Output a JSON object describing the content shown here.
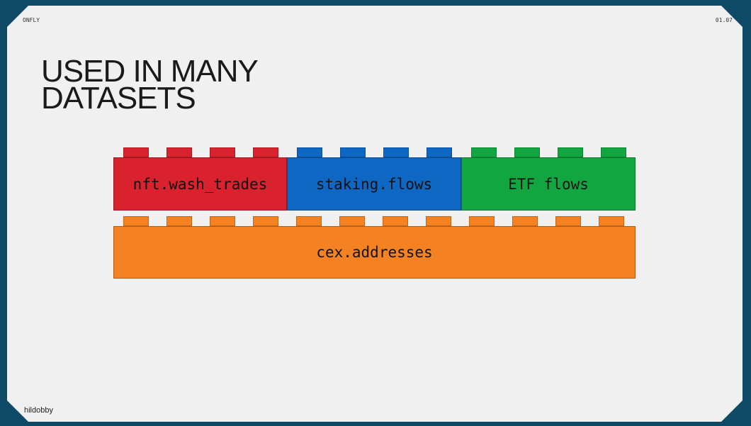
{
  "slide": {
    "top_left_label": "ONFLY",
    "top_right_label": "01.07",
    "bottom_left_label": "hildobby",
    "title_line1": "USED IN MANY",
    "title_line2": "DATASETS"
  },
  "bricks": {
    "top": [
      {
        "label": "nft.wash_trades",
        "color": "#d9222e"
      },
      {
        "label": "staking.flows",
        "color": "#0f67c4"
      },
      {
        "label": "ETF flows",
        "color": "#12a641"
      }
    ],
    "base": {
      "label": "cex.addresses",
      "color": "#f58222"
    }
  }
}
